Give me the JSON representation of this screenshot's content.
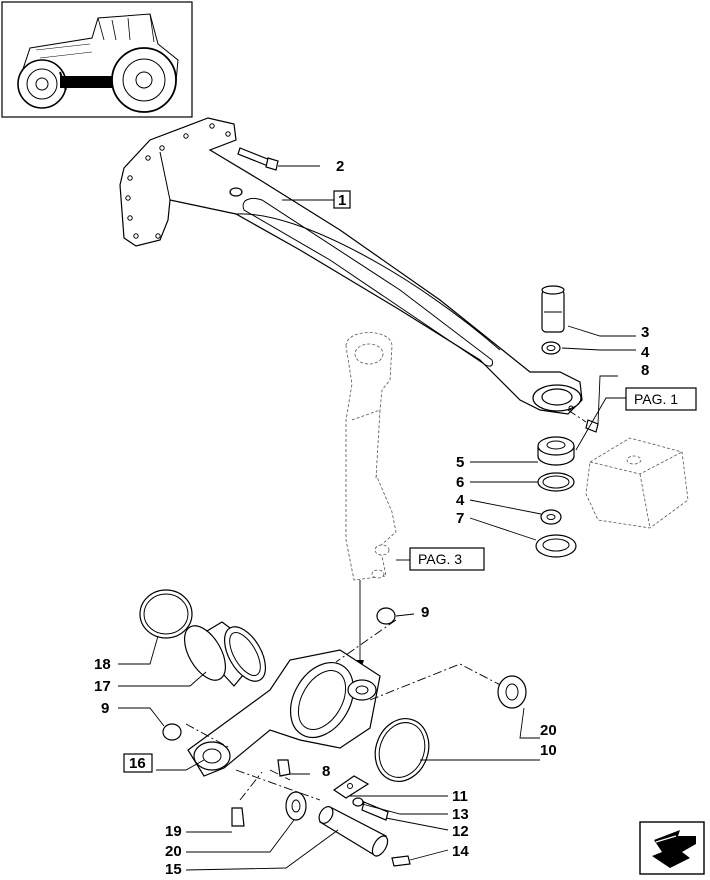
{
  "callouts": {
    "p1": "1",
    "p2": "2",
    "p3": "3",
    "p4a": "4",
    "p8a": "8",
    "p5": "5",
    "p6": "6",
    "p4b": "4",
    "p7": "7",
    "p9a": "9",
    "p18": "18",
    "p17": "17",
    "p9b": "9",
    "p20a": "20",
    "p10": "10",
    "p16": "16",
    "p8b": "8",
    "p11": "11",
    "p13": "13",
    "p12": "12",
    "p19": "19",
    "p20b": "20",
    "p14": "14",
    "p15": "15"
  },
  "references": {
    "pag1": "PAG. 1",
    "pag3": "PAG. 3"
  },
  "icons": {
    "thumbnail": "tractor-thumbnail-icon",
    "nav": "next-page-arrow-icon"
  }
}
